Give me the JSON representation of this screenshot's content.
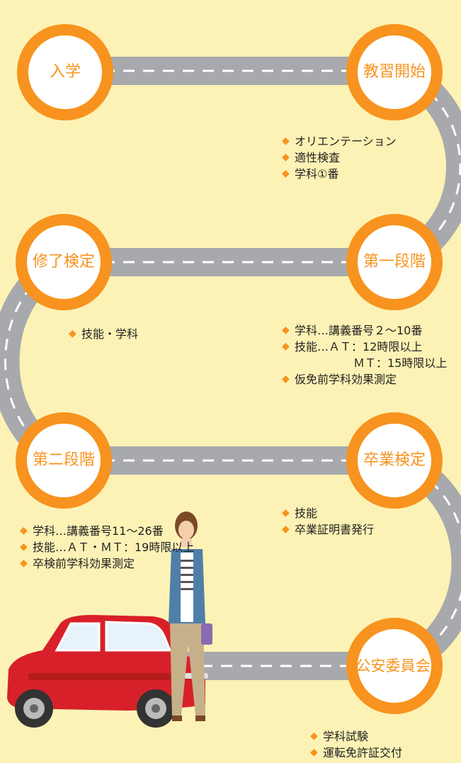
{
  "colors": {
    "background": "#fdf2b5",
    "road": "#a7a9ac",
    "road_dash": "#ffffff",
    "ring": "#f7931e",
    "label": "#f7931e",
    "bullet": "#f7931e",
    "text": "#222222",
    "car_body": "#d8202a"
  },
  "stages": {
    "s1": "入学",
    "s2": "教習開始",
    "s3": "第一段階",
    "s4": "修了検定",
    "s5": "第二段階",
    "s6": "卒業検定",
    "s7": "公安委員会"
  },
  "notes": {
    "after_start": [
      "オリエンテーション",
      "適性検査",
      "学科①番"
    ],
    "first_stage": [
      "学科…講義番号２～10番",
      "技能…ＡＴ：12時限以上",
      "ＭＴ：15時限以上",
      "仮免前学科効果測定"
    ],
    "completion_exam": [
      "技能・学科"
    ],
    "second_stage": [
      "学科…講義番号11～26番",
      "技能…ＡＴ・ＭＴ：19時限以上",
      "卒検前学科効果測定"
    ],
    "graduation_exam": [
      "技能",
      "卒業証明書発行"
    ],
    "commission": [
      "学科試験",
      "運転免許証交付"
    ]
  },
  "icons": {
    "bullet": "diamond-icon",
    "car": "car-icon",
    "person": "woman-icon"
  }
}
